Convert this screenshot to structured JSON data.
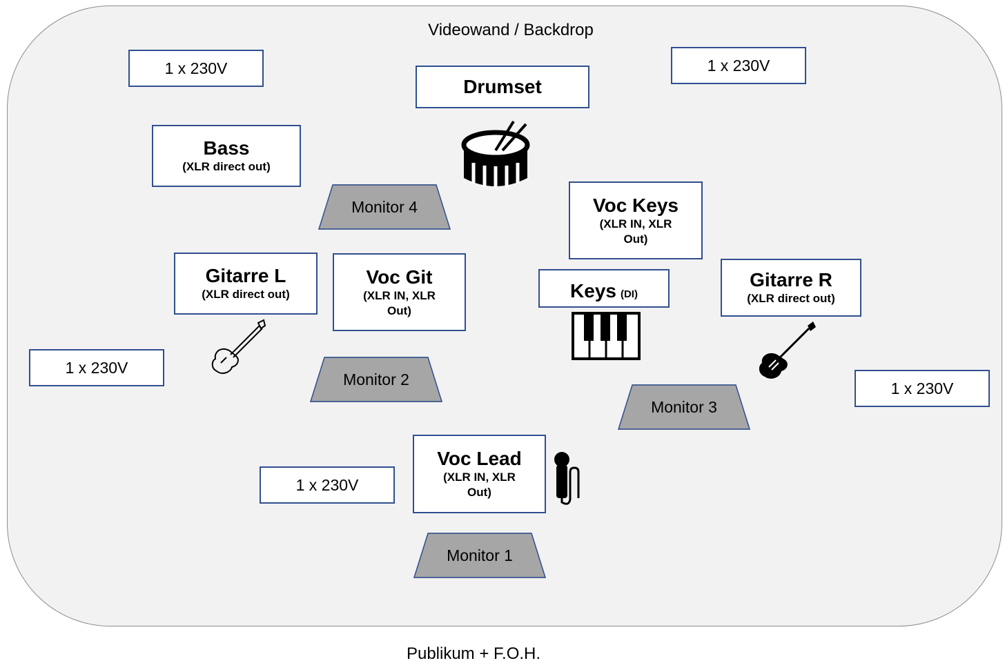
{
  "stage": {
    "top_label": "Videowand / Backdrop",
    "bottom_label": "Publikum + F.O.H."
  },
  "power": {
    "label": "1 x 230V"
  },
  "drums": {
    "title": "Drumset"
  },
  "bass": {
    "title": "Bass",
    "sub": "(XLR direct out)"
  },
  "guitar_left": {
    "title": "Gitarre L",
    "sub": "(XLR direct out)"
  },
  "voc_git": {
    "title": "Voc Git",
    "sub_line1": "(XLR IN, XLR",
    "sub_line2": "Out)"
  },
  "voc_keys": {
    "title": "Voc Keys",
    "sub_line1": "(XLR IN, XLR",
    "sub_line2": "Out)"
  },
  "keys": {
    "title": "Keys",
    "sub": "(DI)"
  },
  "guitar_right": {
    "title": "Gitarre R",
    "sub": "(XLR direct out)"
  },
  "voc_lead": {
    "title": "Voc Lead",
    "sub_line1": "(XLR IN, XLR",
    "sub_line2": "Out)"
  },
  "monitors": {
    "m1": "Monitor 1",
    "m2": "Monitor 2",
    "m3": "Monitor 3",
    "m4": "Monitor 4"
  },
  "icons": {
    "drum": "drum-icon",
    "guitar_outline": "electric-guitar-outline-icon",
    "guitar_solid": "electric-guitar-icon",
    "keyboard": "piano-keys-icon",
    "microphone": "microphone-icon"
  },
  "colors": {
    "box_border": "#2f4f8f",
    "stage_fill": "#f2f2f2",
    "monitor_fill": "#a6a6a6"
  }
}
